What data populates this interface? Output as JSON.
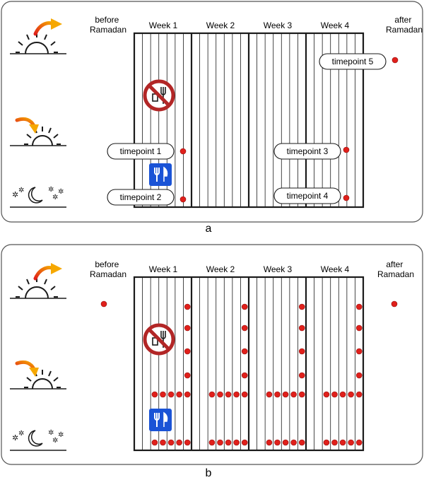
{
  "panels": [
    {
      "label": "a",
      "before_label": [
        "before",
        "Ramadan"
      ],
      "after_label": [
        "after",
        "Ramadan"
      ],
      "week_labels": [
        "Week 1",
        "Week 2",
        "Week 3",
        "Week 4"
      ],
      "timepoints": [
        "timepoint 1",
        "timepoint 2",
        "timepoint 3",
        "timepoint 4",
        "timepoint 5"
      ]
    },
    {
      "label": "b",
      "before_label": [
        "before",
        "Ramadan"
      ],
      "after_label": [
        "after",
        "Ramadan"
      ],
      "week_labels": [
        "Week 1",
        "Week 2",
        "Week 3",
        "Week 4"
      ]
    }
  ],
  "colors": {
    "dot": "#e0201b",
    "no_food_sign": "#b22626",
    "food_sign": "#1a53d6",
    "arrow": "#f08a00",
    "line": "#1a1a1a",
    "panel_border": "#555555"
  },
  "icons": [
    "sunrise-icon",
    "sunset-icon",
    "night-sky-icon",
    "no-food-sign-icon",
    "food-sign-icon"
  ]
}
